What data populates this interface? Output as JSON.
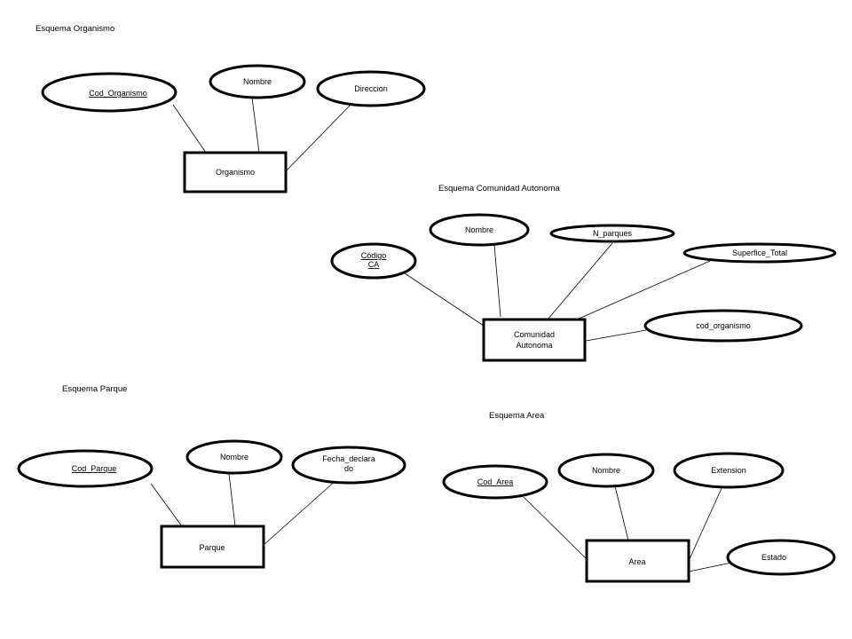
{
  "schemas": [
    {
      "title": "Esquema Organismo",
      "entity": [
        "Organismo"
      ],
      "attributes": [
        {
          "lines": [
            "Cod_Organismo"
          ],
          "key": true
        },
        {
          "lines": [
            "Nombre"
          ],
          "key": false
        },
        {
          "lines": [
            "Direccion"
          ],
          "key": false
        }
      ]
    },
    {
      "title": "Esquema Comunidad Autonoma",
      "entity": [
        "Comunidad",
        "Autonoma"
      ],
      "attributes": [
        {
          "lines": [
            "Código",
            "CA"
          ],
          "key": true
        },
        {
          "lines": [
            "Nombre"
          ],
          "key": false
        },
        {
          "lines": [
            "N_parques"
          ],
          "key": false
        },
        {
          "lines": [
            "Superfice_Total"
          ],
          "key": false
        },
        {
          "lines": [
            "cod_organismo"
          ],
          "key": false
        }
      ]
    },
    {
      "title": "Esquema  Parque",
      "entity": [
        "Parque"
      ],
      "attributes": [
        {
          "lines": [
            "Cod_Parque"
          ],
          "key": true
        },
        {
          "lines": [
            "Nombre"
          ],
          "key": false
        },
        {
          "lines": [
            "Fecha_declara",
            "do"
          ],
          "key": false
        }
      ]
    },
    {
      "title": "Esquema  Area",
      "entity": [
        "Area"
      ],
      "attributes": [
        {
          "lines": [
            "Cod_Area"
          ],
          "key": true
        },
        {
          "lines": [
            "Nombre"
          ],
          "key": false
        },
        {
          "lines": [
            "Extension"
          ],
          "key": false
        },
        {
          "lines": [
            "Estado"
          ],
          "key": false
        }
      ]
    }
  ]
}
